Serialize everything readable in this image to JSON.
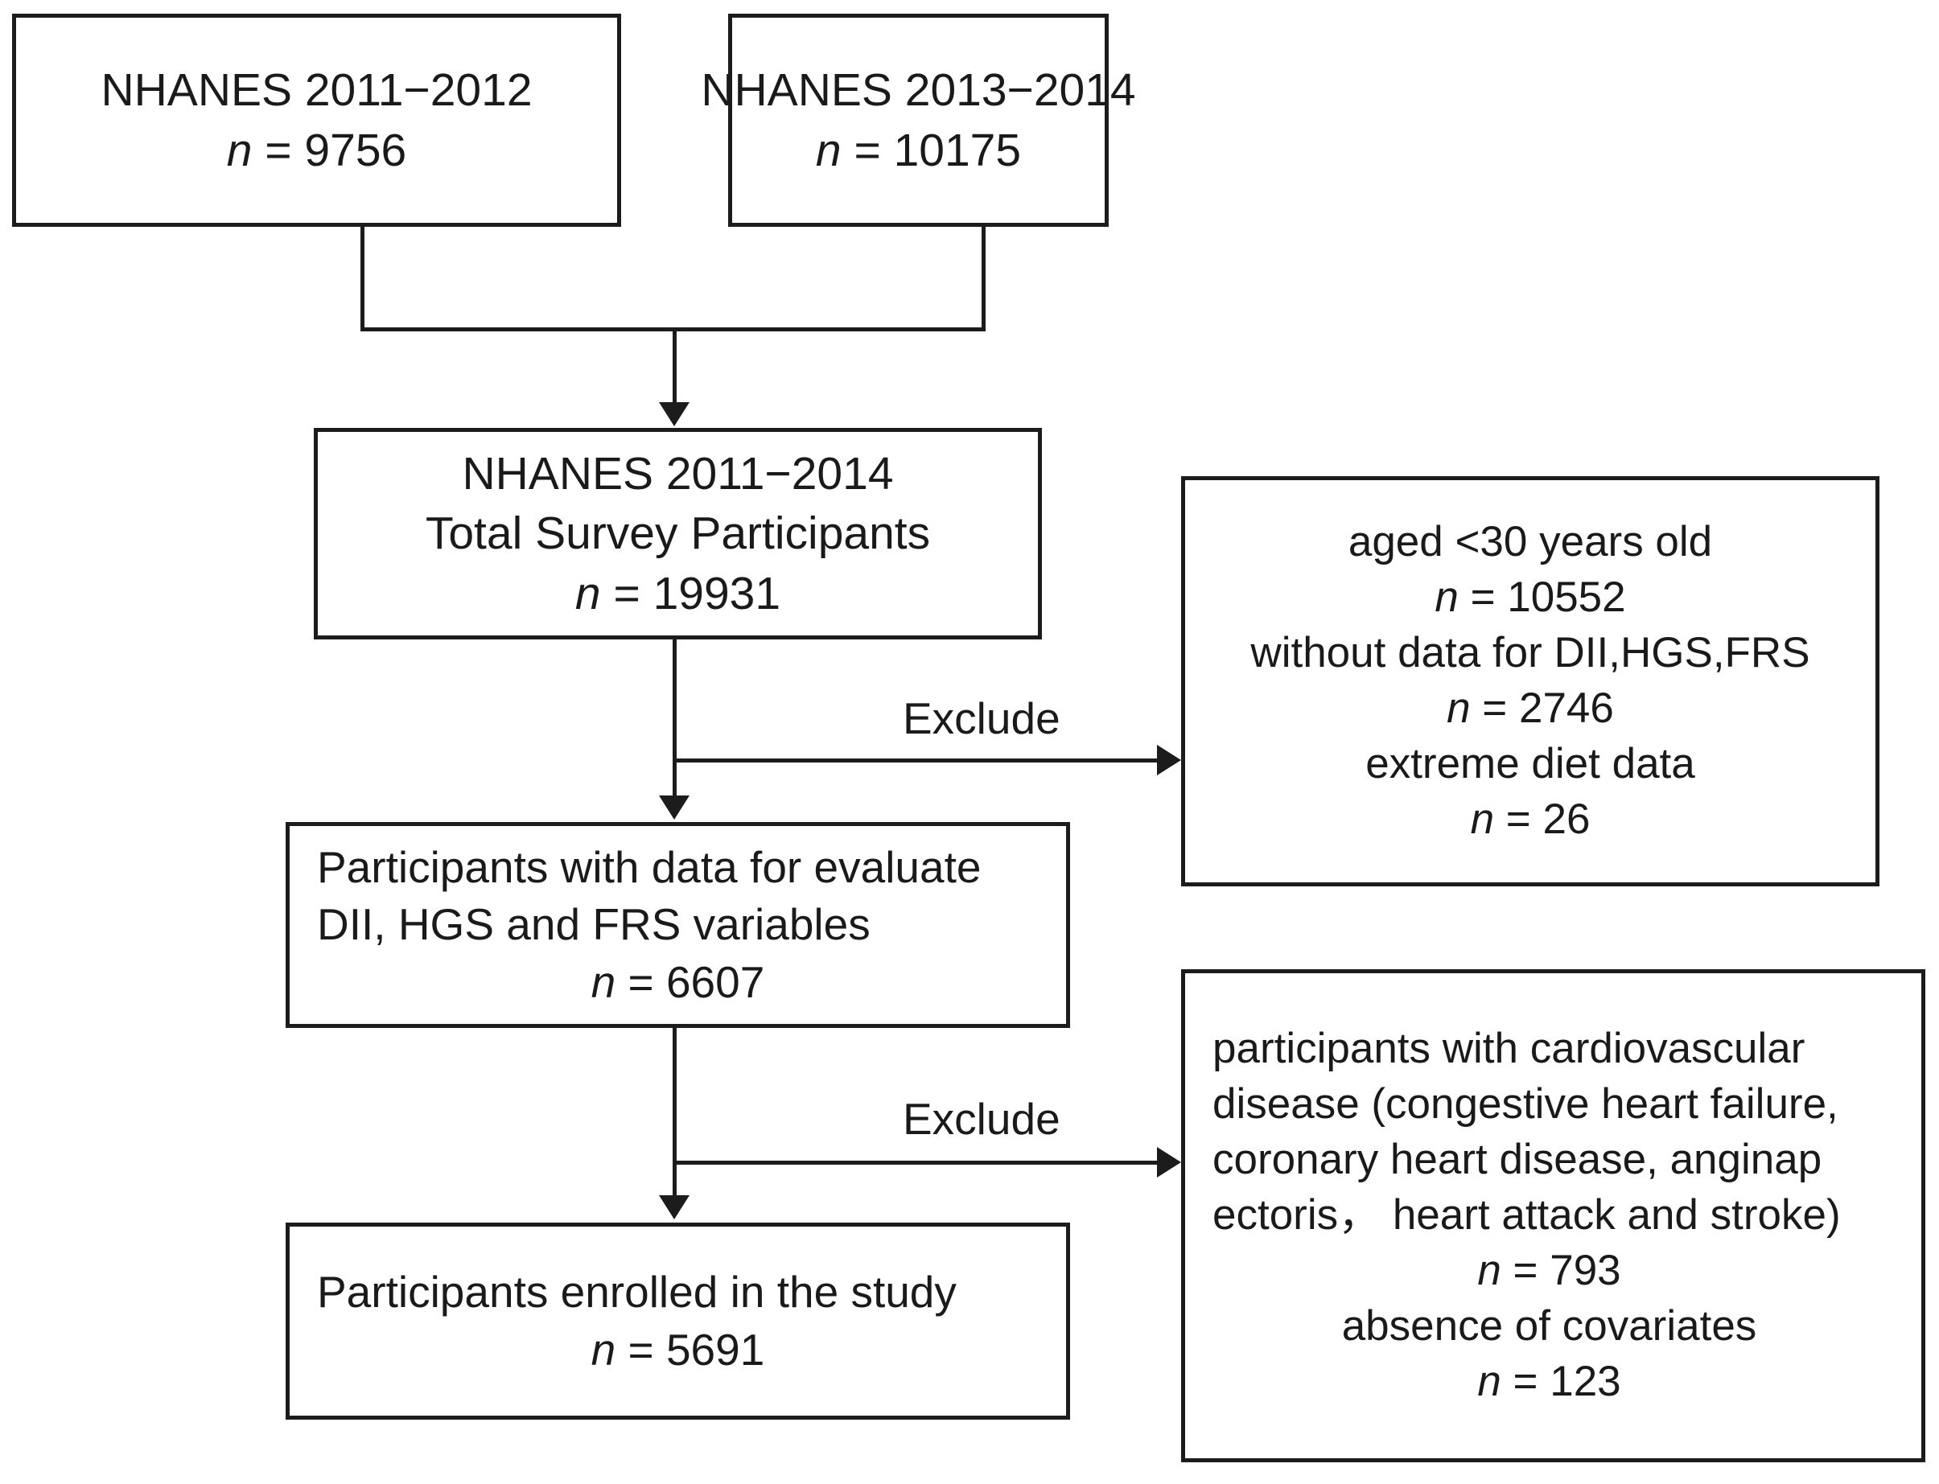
{
  "figure": {
    "type": "flowchart",
    "title": "NHANES participant selection flow diagram"
  },
  "boxes": {
    "survey_2011_2012": {
      "line1": "NHANES 2011−2012",
      "n_label": "n",
      "n_eq": " = 9756",
      "n_value": "9756"
    },
    "survey_2013_2014": {
      "line1": "NHANES 2013−2014",
      "n_label": "n",
      "n_eq": " = 10175",
      "n_value": "10175"
    },
    "total_survey": {
      "line1": "NHANES 2011−2014",
      "line2": "Total Survey Participants",
      "n_label": "n",
      "n_eq": " = 19931",
      "n_value": "19931"
    },
    "exclusion_one": {
      "line1": "aged <30 years old",
      "n1_label": "n",
      "n1_eq": " = 10552",
      "n1_value": "10552",
      "line2": "without data for DII,HGS,FRS",
      "n2_label": "n",
      "n2_eq": " = 2746",
      "n2_value": "2746",
      "line3": "extreme diet data",
      "n3_label": "n",
      "n3_eq": " = 26",
      "n3_value": "26"
    },
    "with_data": {
      "line1": "Participants with data for evaluate",
      "line2": "DII, HGS and FRS variables",
      "n_label": "n",
      "n_eq": " = 6607",
      "n_value": "6607"
    },
    "exclusion_two": {
      "line1": "participants with cardiovascular",
      "line2": "disease (congestive heart failure,",
      "line3": "coronary heart disease, anginap",
      "line4": "ectoris， heart attack and stroke)",
      "n1_label": "n",
      "n1_eq": " = 793",
      "n1_value": "793",
      "line5": "absence of covariates",
      "n2_label": "n",
      "n2_eq": " = 123",
      "n2_value": "123"
    },
    "enrolled": {
      "line1": "Participants enrolled in the study",
      "n_label": "n",
      "n_eq": " = 5691",
      "n_value": "5691"
    }
  },
  "edges": {
    "exclude_one_label": "Exclude",
    "exclude_two_label": "Exclude"
  },
  "colors": {
    "stroke": "#1c1c1c",
    "background": "#ffffff",
    "text": "#1a1a1a"
  }
}
